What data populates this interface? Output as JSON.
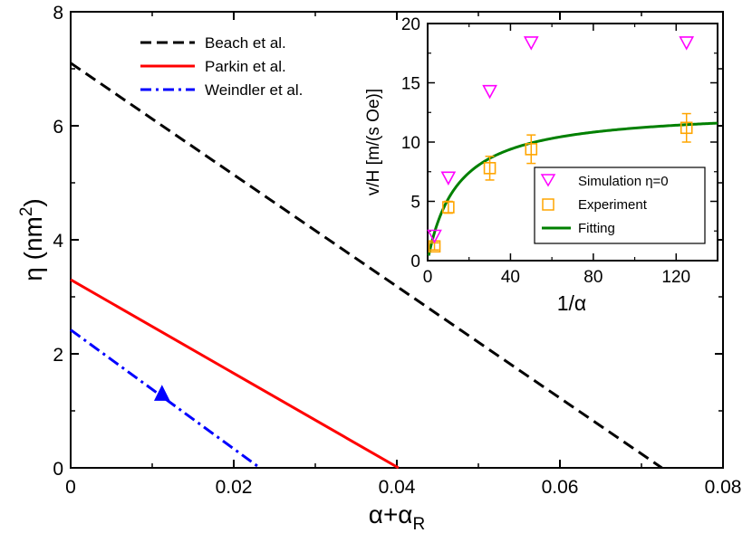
{
  "chart_data": [
    {
      "type": "line",
      "xlabel": "α+α",
      "xlabel_sub": "R",
      "ylabel": "η (nm",
      "ylabel_sup": "2",
      "ylabel_close": ")",
      "xlim": [
        0,
        0.08
      ],
      "ylim": [
        0,
        8
      ],
      "xticks": [
        0,
        0.02,
        0.04,
        0.06,
        0.08
      ],
      "xtick_labels": [
        "0",
        "0.02",
        "0.04",
        "0.06",
        "0.08"
      ],
      "yticks": [
        0,
        2,
        4,
        6,
        8
      ],
      "ytick_labels": [
        "0",
        "2",
        "4",
        "6",
        "8"
      ],
      "legend_position": "top-left",
      "series": [
        {
          "name": "Beach et al.",
          "color": "#000000",
          "dash": "dashed",
          "x": [
            0,
            0.0725
          ],
          "y": [
            7.1,
            0
          ]
        },
        {
          "name": "Parkin et al.",
          "color": "#ff0000",
          "dash": "solid",
          "x": [
            0,
            0.0402
          ],
          "y": [
            3.3,
            0
          ]
        },
        {
          "name": "Weindler et al.",
          "color": "#0000ff",
          "dash": "dash-dot",
          "x": [
            0,
            0.0232
          ],
          "y": [
            2.42,
            0
          ]
        }
      ],
      "points": [
        {
          "x": 0.0112,
          "y": 1.28,
          "marker": "filled-triangle",
          "color": "#0000ff"
        }
      ]
    },
    {
      "type": "scatter",
      "xlabel": "1/α",
      "ylabel": "v/H [m/(s Oe)]",
      "xlim": [
        0,
        140
      ],
      "ylim": [
        0,
        20
      ],
      "xticks": [
        0,
        40,
        80,
        120
      ],
      "xtick_labels": [
        "0",
        "40",
        "80",
        "120"
      ],
      "yticks": [
        0,
        5,
        10,
        15,
        20
      ],
      "ytick_labels": [
        "0",
        "5",
        "10",
        "15",
        "20"
      ],
      "legend_position": "bottom-right",
      "series": [
        {
          "name": "Simulation η=0",
          "color": "#ff00ff",
          "marker": "open-triangle-down",
          "x": [
            3.3,
            10,
            30,
            50,
            125
          ],
          "y": [
            2.1,
            7.0,
            14.3,
            18.4,
            18.4
          ]
        },
        {
          "name": "Experiment",
          "color": "#ffa500",
          "marker": "open-square",
          "x": [
            3.3,
            10,
            30,
            50,
            125
          ],
          "y": [
            1.2,
            4.5,
            7.8,
            9.4,
            11.2
          ],
          "err": [
            0.3,
            0.5,
            1.0,
            1.2,
            1.2
          ]
        },
        {
          "name": "Fitting",
          "color": "#008000",
          "line": "solid",
          "model": "A*x/(B+x)",
          "A": 12.8,
          "B": 14.5
        }
      ]
    }
  ]
}
